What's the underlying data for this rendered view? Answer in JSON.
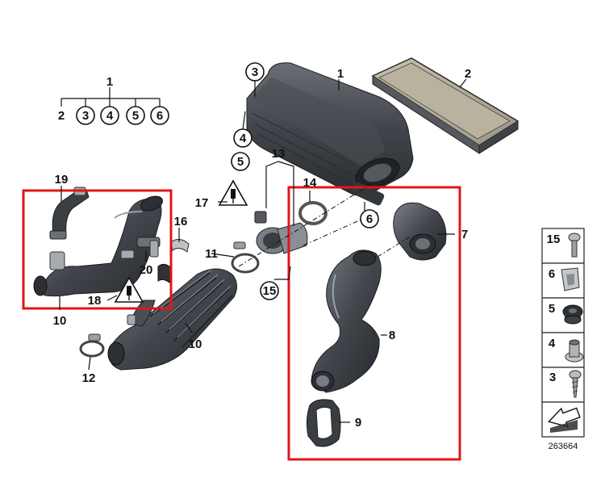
{
  "callouts": {
    "c1": "1",
    "c2": "2",
    "c3": "3",
    "c4": "4",
    "c5": "5",
    "c6": "6",
    "c7": "7",
    "c8": "8",
    "c9": "9",
    "c10a": "10",
    "c10b": "10",
    "c11": "11",
    "c12": "12",
    "c13": "13",
    "c14": "14",
    "c15": "15",
    "c16": "16",
    "c17": "17",
    "c18": "18",
    "c19": "19",
    "c20": "20"
  },
  "tree": {
    "root": "1",
    "items": [
      "2",
      "3",
      "4",
      "5",
      "6"
    ]
  },
  "legend": {
    "items": [
      "15",
      "6",
      "5",
      "4",
      "3"
    ]
  },
  "drawing_number": "263664",
  "colors": {
    "highlight": "#e0161b",
    "part_dark": "#3a3d42",
    "part_mid": "#5b5f66",
    "part_light": "#8a8f96"
  }
}
